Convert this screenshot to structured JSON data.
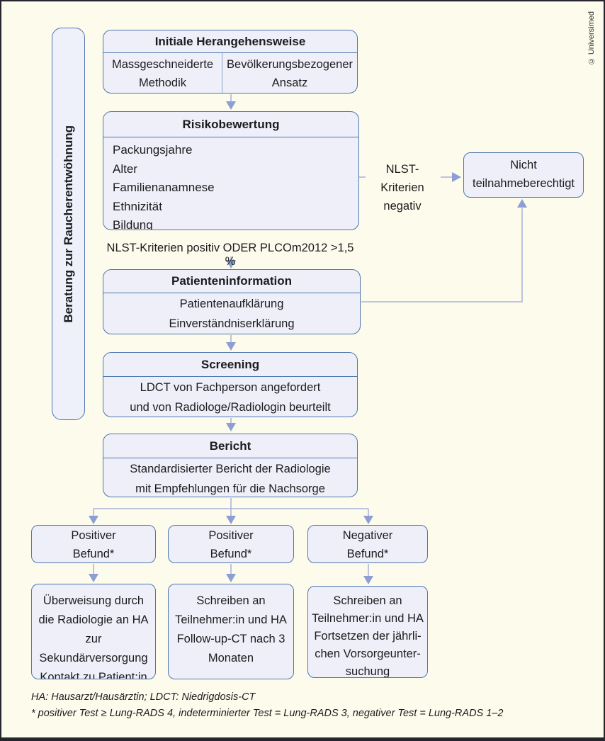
{
  "colors": {
    "background": "#fdfbec",
    "frame_border": "#25252d",
    "box_fill": "#eeeff9",
    "box_border": "#4d77ae",
    "arrow_head": "#8d9fd2",
    "connector_line": "#a7b1da",
    "text": "#1c1c1e"
  },
  "sidebar": {
    "label": "Beratung zur Raucherentwöhnung"
  },
  "copyright": "© Universimed",
  "flow": {
    "initial": {
      "title": "Initiale Herangehensweise",
      "left_option": "Massgeschneiderte Methodik",
      "right_option": "Bevölkerungsbezogener Ansatz"
    },
    "risk": {
      "title": "Risikobewertung",
      "factors": [
        "Packungsjahre",
        "Alter",
        "Familienanamnese",
        "Ethnizität",
        "Bildung"
      ]
    },
    "nlst_negative_label": {
      "lines": [
        "NLST-Kriterien",
        "negativ"
      ]
    },
    "not_eligible": {
      "lines": [
        "Nicht",
        "teilnahmeberechtigt"
      ]
    },
    "nlst_positive_label": "NLST-Kriterien positiv ODER PLCOm2012 >1,5 %",
    "patient_info": {
      "title": "Patienteninformation",
      "lines": [
        "Patientenaufklärung",
        "Einverständniserklärung"
      ]
    },
    "screening": {
      "title": "Screening",
      "lines": [
        "LDCT von Fachperson angefordert",
        "und von Radiologe/Radiologin beurteilt"
      ]
    },
    "report": {
      "title": "Bericht",
      "lines": [
        "Standardisierter Bericht der Radiologie",
        "mit Empfehlungen für die Nachsorge"
      ]
    },
    "outcomes": [
      {
        "result_lines": [
          "Positiver",
          "Befund*"
        ],
        "action_lines": [
          "Überweisung durch",
          "die Radiologie an HA",
          "zur Sekundärversorgung",
          "Kontakt zu Patient:in"
        ]
      },
      {
        "result_lines": [
          "Positiver",
          "Befund*"
        ],
        "action_lines": [
          "Schreiben an",
          "Teilnehmer:in und HA",
          "Follow-up-CT nach 3",
          "Monaten"
        ]
      },
      {
        "result_lines": [
          "Negativer",
          "Befund*"
        ],
        "action_lines": [
          "Schreiben an",
          "Teilnehmer:in und HA",
          "Fortsetzen der jährli-",
          "chen Vorsorgeunter-",
          "suchung"
        ]
      }
    ]
  },
  "footnotes": {
    "abbreviations": "HA: Hausarzt/Hausärztin; LDCT: Niedrigdosis-CT",
    "criteria": "* positiver Test ≥ Lung-RADS 4, indeterminierter Test = Lung-RADS 3, negativer Test = Lung-RADS 1–2"
  }
}
